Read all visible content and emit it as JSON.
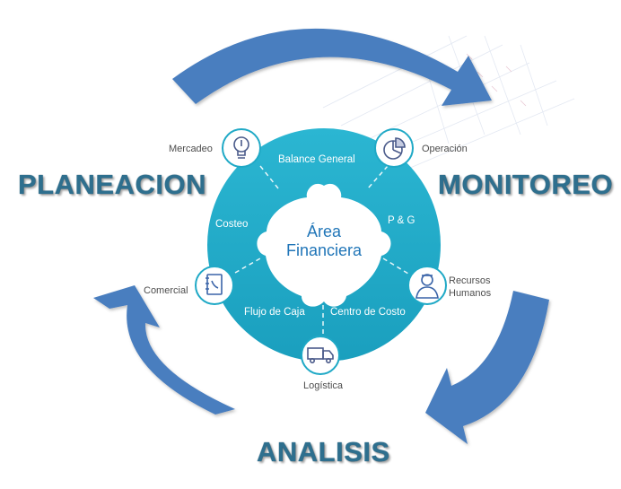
{
  "phases": {
    "planeacion": "PLANEACION",
    "monitoreo": "MONITOREO",
    "analisis": "ANALISIS"
  },
  "center": {
    "line1": "Área",
    "line2": "Financiera"
  },
  "segments": {
    "balance": "Balance  General",
    "pyg": "P & G",
    "centro_costo": "Centro de Costo",
    "flujo_caja": "Flujo  de Caja",
    "costeo": "Costeo"
  },
  "nodes": {
    "mercadeo": {
      "label": "Mercadeo",
      "icon": "lightbulb-icon"
    },
    "operacion": {
      "label": "Operación",
      "icon": "pie-chart-icon"
    },
    "recursos_humanos": {
      "label_line1": "Recursos",
      "label_line2": "Humanos",
      "icon": "person-icon"
    },
    "logistica": {
      "label": "Logística",
      "icon": "truck-icon"
    },
    "comercial": {
      "label": "Comercial",
      "icon": "notebook-phone-icon"
    }
  },
  "colors": {
    "arrow": "#4a7ebf",
    "ring": "#1fa9c6",
    "ring_dark": "#1596b4",
    "phase_text": "#2e6f8e",
    "center_text": "#2176b8",
    "icon_stroke": "#1d8fb0"
  }
}
